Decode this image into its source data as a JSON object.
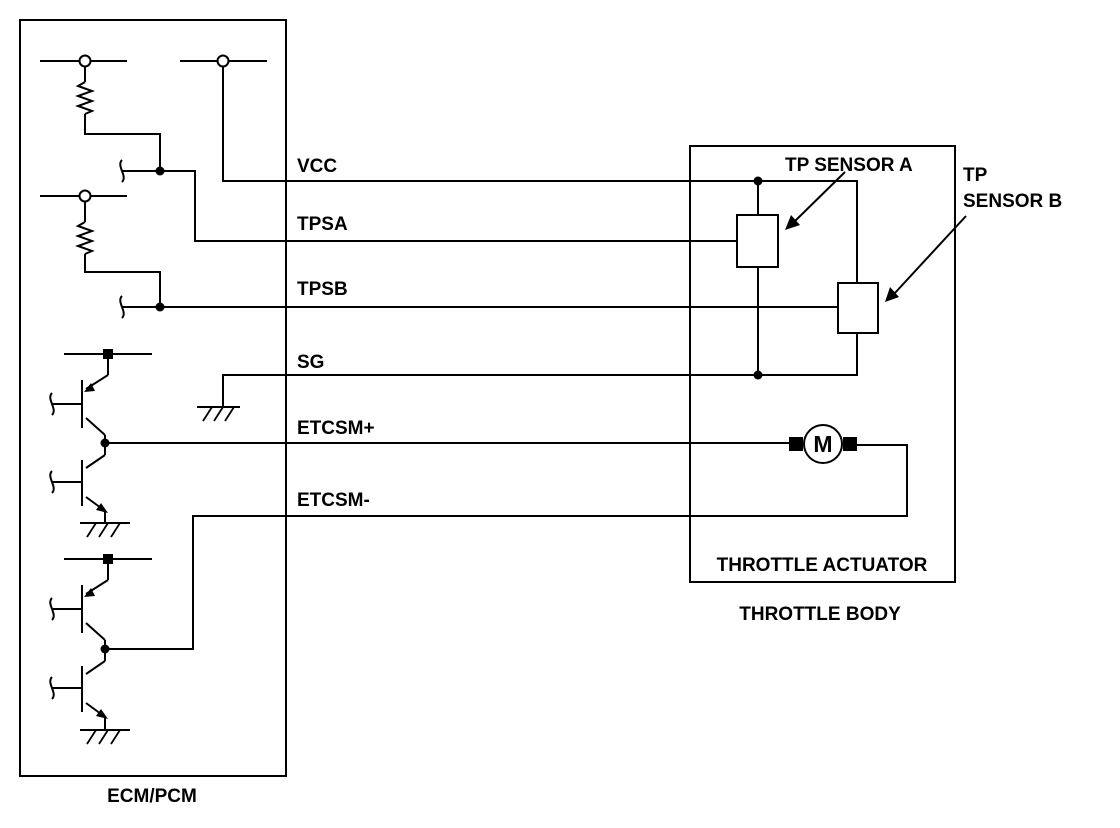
{
  "diagram": {
    "labels": {
      "ecm": "ECM/PCM",
      "vcc": "VCC",
      "tpsa": "TPSA",
      "tpsb": "TPSB",
      "sg": "SG",
      "etcsm_plus": "ETCSM+",
      "etcsm_minus": "ETCSM-",
      "tp_sensor_a": "TP SENSOR A",
      "tp_sensor_b_line1": "TP",
      "tp_sensor_b_line2": "SENSOR B",
      "motor": "M",
      "throttle_actuator": "THROTTLE ACTUATOR",
      "throttle_body": "THROTTLE BODY"
    },
    "colors": {
      "line": "#000000",
      "background": "#ffffff"
    }
  }
}
